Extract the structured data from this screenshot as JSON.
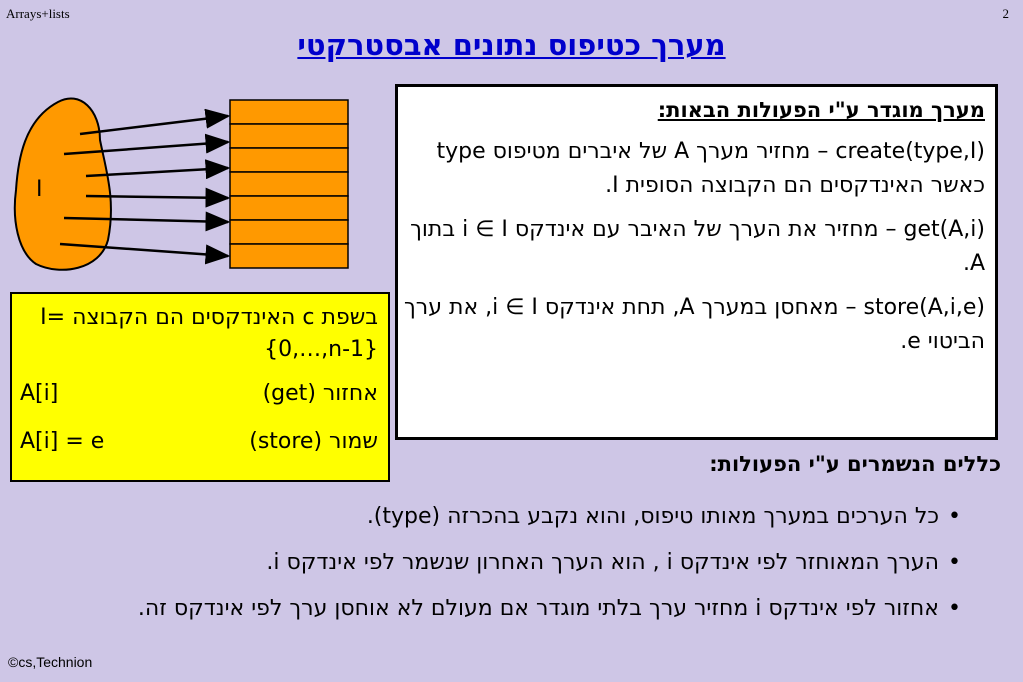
{
  "header": {
    "left": "Arrays+lists",
    "page_number": "2"
  },
  "title": "מערך כטיפוס נתונים אבסטרקטי",
  "diagram": {
    "set_label": "I"
  },
  "definition_box": {
    "heading": "מערך מוגדר ע\"י הפעולות הבאות:",
    "items": [
      "create(type,I) – מחזיר מערך A של איברים מטיפוס type כאשר האינדקסים הם הקבוצה הסופית I.",
      "get(A,i) – מחזיר את הערך של האיבר עם אינדקס i ∈ I בתוך A.",
      "store(A,i,e) – מאחסן במערך A, תחת אינדקס i ∈ I, את ערך הביטוי e."
    ]
  },
  "c_box": {
    "line1": "בשפת c האינדקסים הם הקבוצה I={0,…,n-1}",
    "get_label": "אחזור (get)",
    "get_expr": "A[i]",
    "store_label": "שמור (store)",
    "store_expr": "A[i] = e"
  },
  "rules": {
    "heading": "כללים הנשמרים ע\"י הפעולות:",
    "bullets": [
      "כל הערכים במערך מאותו טיפוס, והוא נקבע בהכרזה (type).",
      "הערך המאוחזר לפי אינדקס i , הוא הערך האחרון שנשמר לפי אינדקס i.",
      "אחזור לפי אינדקס i מחזיר ערך בלתי מוגדר אם מעולם לא אוחסן ערך לפי אינדקס זה."
    ],
    "bullet_symbol": "•"
  },
  "footer": "©cs,Technion",
  "colors": {
    "title": "#0000cc",
    "background": "#cec6e6",
    "blob": "#ff9900",
    "cells": "#ff9900",
    "c_box": "#ffff00"
  }
}
